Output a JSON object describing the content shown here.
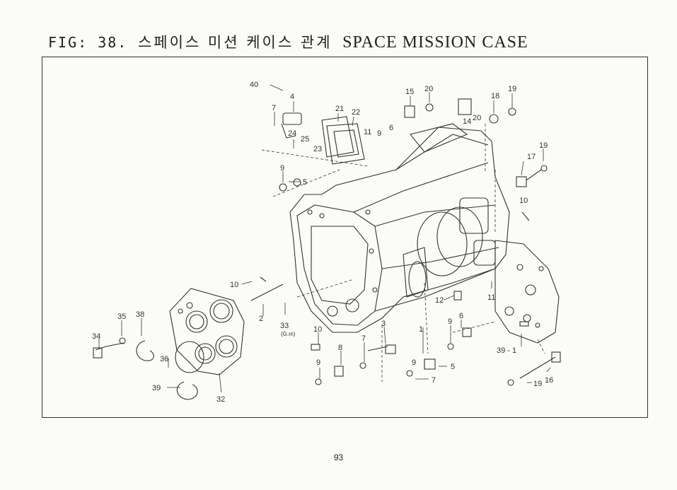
{
  "header": {
    "fig_label": "FIG: 38.",
    "title_korean": "스페이스 미션 케이스 관계",
    "title_english": "SPACE MISSION CASE"
  },
  "diagram": {
    "callouts": [
      {
        "id": "c40",
        "text": "40"
      },
      {
        "id": "c4",
        "text": "4"
      },
      {
        "id": "c7a",
        "text": "7"
      },
      {
        "id": "c24",
        "text": "24"
      },
      {
        "id": "c25",
        "text": "25"
      },
      {
        "id": "c23",
        "text": "23"
      },
      {
        "id": "c21",
        "text": "21"
      },
      {
        "id": "c22",
        "text": "22"
      },
      {
        "id": "c11a",
        "text": "11"
      },
      {
        "id": "c9a",
        "text": "9"
      },
      {
        "id": "c6a",
        "text": "6"
      },
      {
        "id": "c15",
        "text": "15"
      },
      {
        "id": "c20a",
        "text": "20"
      },
      {
        "id": "c14",
        "text": "14"
      },
      {
        "id": "c20b",
        "text": "20"
      },
      {
        "id": "c18",
        "text": "18"
      },
      {
        "id": "c19a",
        "text": "19"
      },
      {
        "id": "c17",
        "text": "17"
      },
      {
        "id": "c19b",
        "text": "19"
      },
      {
        "id": "c9b",
        "text": "9"
      },
      {
        "id": "c5a",
        "text": "5"
      },
      {
        "id": "c10a",
        "text": "10"
      },
      {
        "id": "c10b",
        "text": "10"
      },
      {
        "id": "c11b",
        "text": "11"
      },
      {
        "id": "c12",
        "text": "12"
      },
      {
        "id": "c2",
        "text": "2"
      },
      {
        "id": "c33",
        "text": "33"
      },
      {
        "id": "c33sub",
        "text": "(G.m)"
      },
      {
        "id": "c35",
        "text": "35"
      },
      {
        "id": "c38",
        "text": "38"
      },
      {
        "id": "c34",
        "text": "34"
      },
      {
        "id": "c36",
        "text": "36"
      },
      {
        "id": "c39a",
        "text": "39"
      },
      {
        "id": "c32",
        "text": "32"
      },
      {
        "id": "c10c",
        "text": "10"
      },
      {
        "id": "c8",
        "text": "8"
      },
      {
        "id": "c7b",
        "text": "7"
      },
      {
        "id": "c3",
        "text": "3"
      },
      {
        "id": "c1",
        "text": "1"
      },
      {
        "id": "c9c",
        "text": "9"
      },
      {
        "id": "c6b",
        "text": "6"
      },
      {
        "id": "c9d",
        "text": "9"
      },
      {
        "id": "c5b",
        "text": "5"
      },
      {
        "id": "c7c",
        "text": "7"
      },
      {
        "id": "c9e",
        "text": "9"
      },
      {
        "id": "c39b",
        "text": "39 - 1"
      },
      {
        "id": "c19c",
        "text": "19"
      },
      {
        "id": "c16",
        "text": "16"
      }
    ]
  },
  "footer": {
    "page_number": "93"
  }
}
